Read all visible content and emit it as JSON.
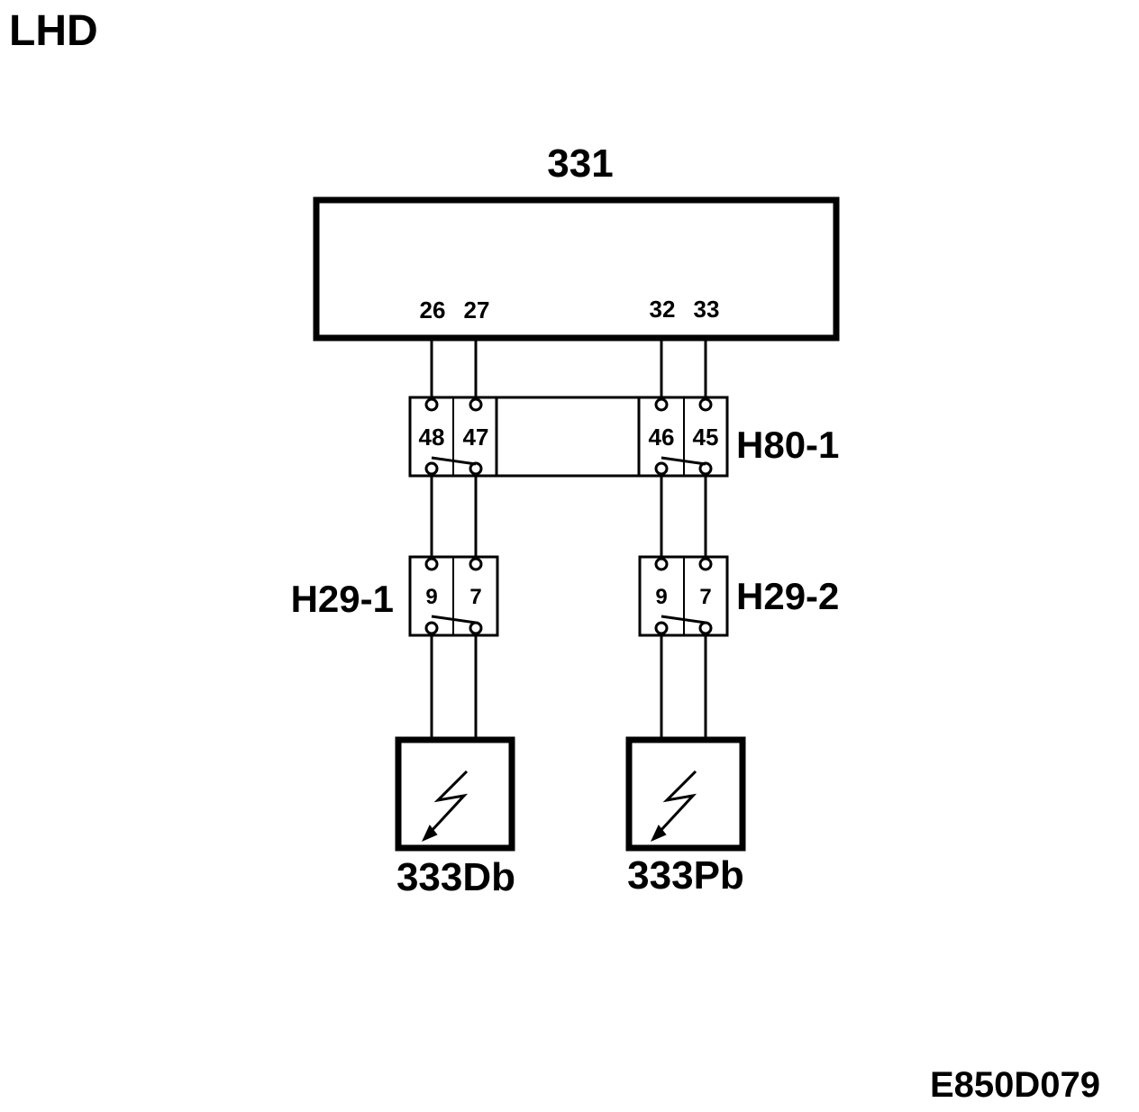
{
  "corner_label": "LHD",
  "diagram_code": "E850D079",
  "ecu": {
    "label": "331",
    "pins": [
      "26",
      "27",
      "32",
      "33"
    ]
  },
  "connectors": {
    "h80": {
      "label": "H80-1",
      "pins": [
        "48",
        "47",
        "46",
        "45"
      ]
    },
    "h29_left": {
      "label": "H29-1",
      "pins": [
        "9",
        "7"
      ]
    },
    "h29_right": {
      "label": "H29-2",
      "pins": [
        "9",
        "7"
      ]
    }
  },
  "components": {
    "left": {
      "label": "333Db",
      "icon": "speaker-icon"
    },
    "right": {
      "label": "333Pb",
      "icon": "speaker-icon"
    }
  }
}
